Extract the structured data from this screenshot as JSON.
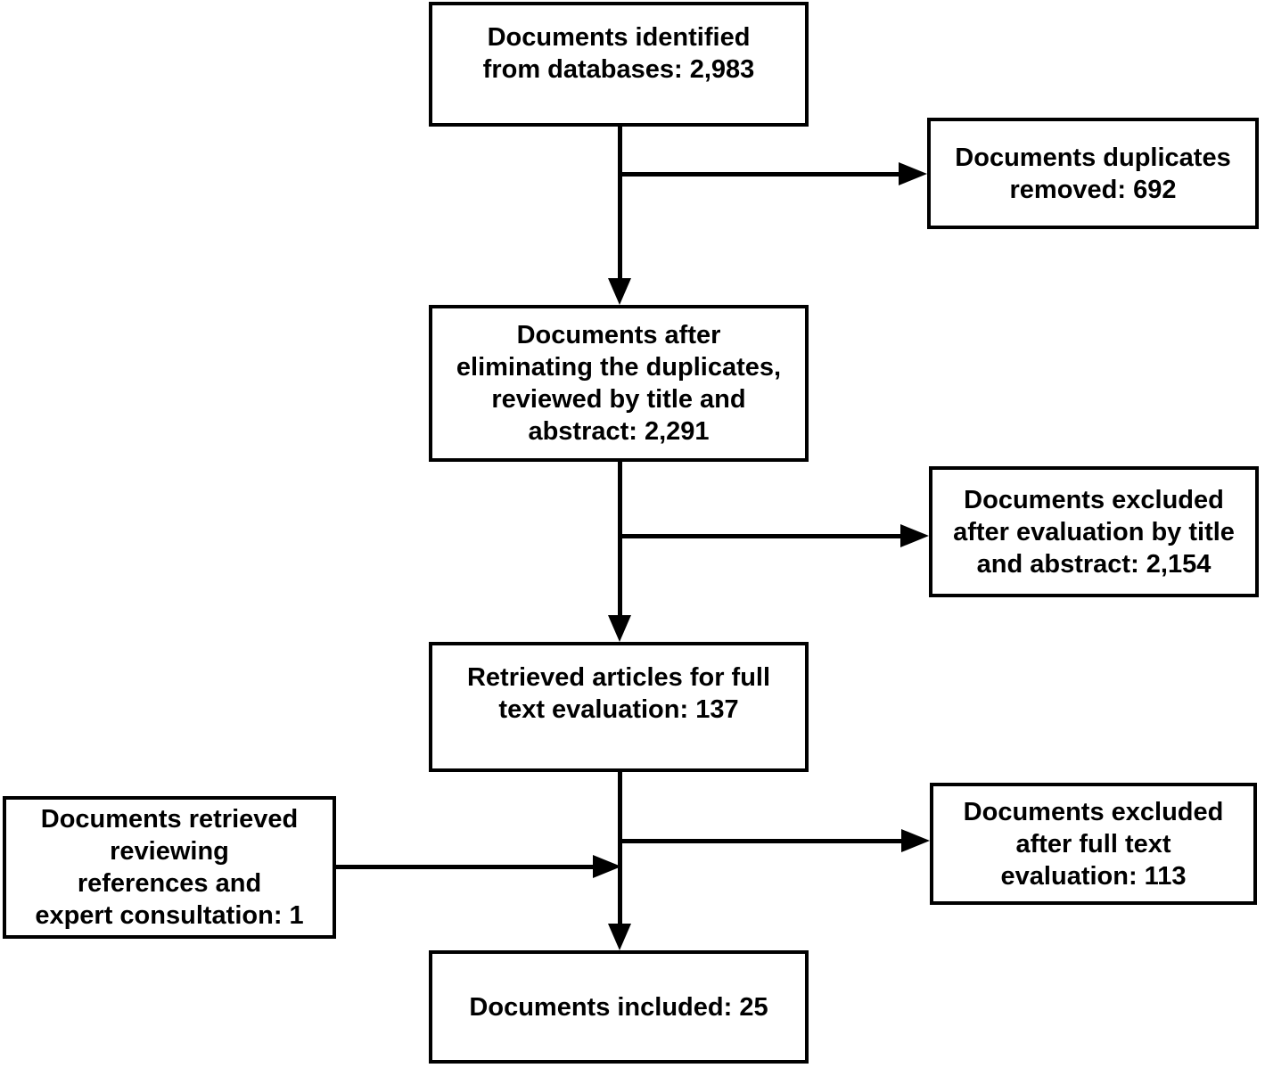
{
  "diagram": {
    "type": "flowchart",
    "colors": {
      "background": "#ffffff",
      "box_border": "#000000",
      "text": "#000000",
      "arrow": "#000000"
    },
    "boxes": {
      "identified": {
        "label": "Documents identified\nfrom databases: 2,983",
        "value": "2,983"
      },
      "duplicates_removed": {
        "label": "Documents duplicates\nremoved: 692",
        "value": "692"
      },
      "after_duplicates": {
        "label": "Documents after\neliminating the duplicates,\nreviewed by title and\nabstract: 2,291",
        "value": "2,291"
      },
      "excluded_title_abstract": {
        "label": "Documents excluded\nafter evaluation by title\nand abstract: 2,154",
        "value": "2,154"
      },
      "fulltext_retrieved": {
        "label": "Retrieved articles for full\ntext evaluation: 137",
        "value": "137"
      },
      "references_consultation": {
        "label": "Documents retrieved\nreviewing\nreferences and\nexpert consultation: 1",
        "value": "1"
      },
      "excluded_fulltext": {
        "label": "Documents excluded\nafter full text\nevaluation: 113",
        "value": "113"
      },
      "included": {
        "label": "Documents included: 25",
        "value": "25"
      }
    }
  }
}
